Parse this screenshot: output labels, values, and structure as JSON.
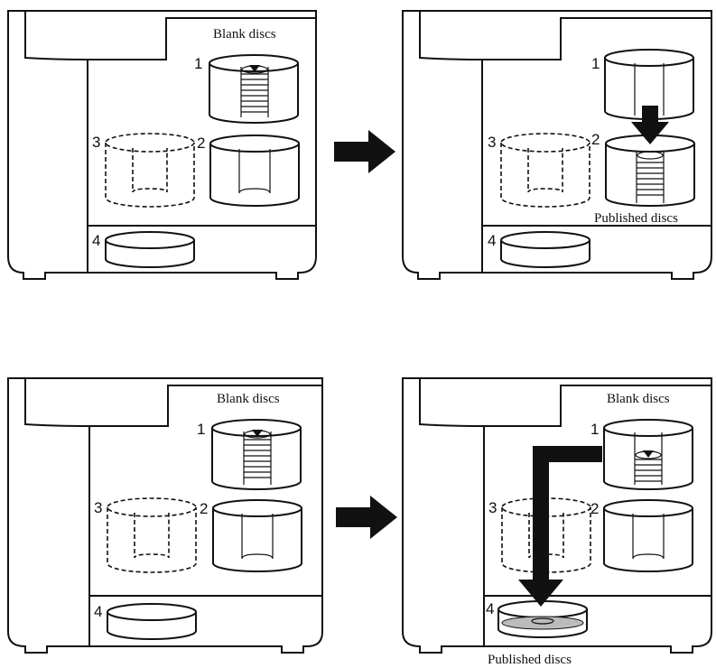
{
  "labels": {
    "blank_discs": "Blank discs",
    "published_discs": "Published discs"
  },
  "stacker_numbers": [
    "1",
    "2",
    "3",
    "4"
  ],
  "colors": {
    "ink": "#111111",
    "background": "#ffffff",
    "disc_shade": "#bbbbbb"
  },
  "panels": [
    {
      "id": "top-left",
      "step": "before",
      "blank_label": true,
      "published_label": false
    },
    {
      "id": "top-right",
      "step": "after",
      "blank_label": false,
      "published_label": true
    },
    {
      "id": "bottom-left",
      "step": "before",
      "blank_label": true,
      "published_label": false
    },
    {
      "id": "bottom-right",
      "step": "after",
      "blank_label": true,
      "published_label": true
    }
  ]
}
